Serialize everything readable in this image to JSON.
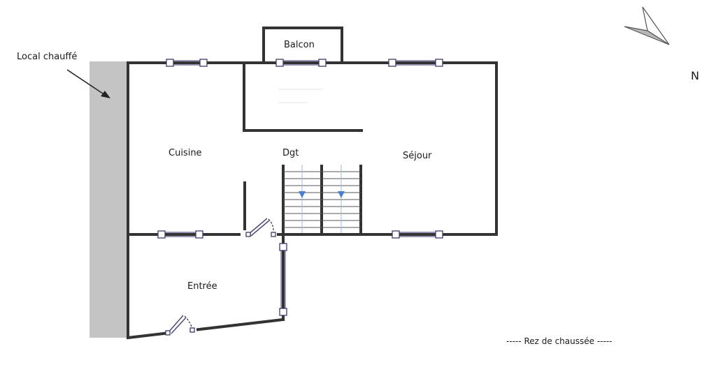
{
  "labels": {
    "local_chauffe": "Local chauffé",
    "balcon": "Balcon",
    "cuisine": "Cuisine",
    "dgt": "Dgt",
    "sejour": "Séjour",
    "entree": "Entrée",
    "north": "N",
    "level": "----- Rez de chaussée -----"
  },
  "colors": {
    "wall": "#333333",
    "heated_zone": "#c4c4c4",
    "stair_arrow": "#4a7fd4",
    "window_frame": "#3a3a6a"
  },
  "icons": {
    "compass": "north-arrow-icon",
    "stairs_arrow": "arrow-down-icon"
  }
}
